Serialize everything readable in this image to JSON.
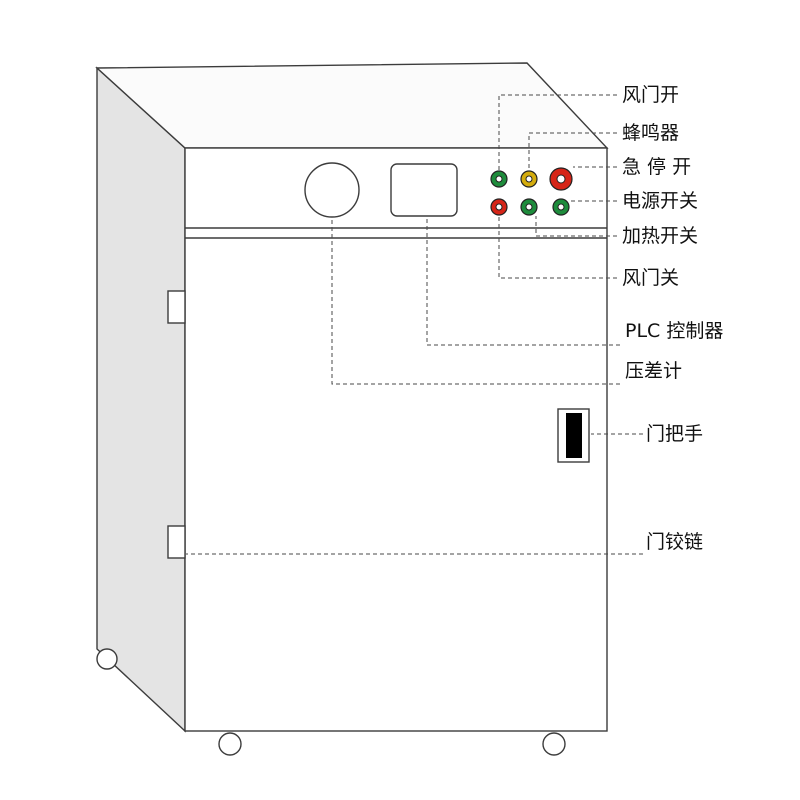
{
  "labels": {
    "damper_open": "风门开",
    "buzzer": "蜂鸣器",
    "emergency_stop": "急 停 开",
    "power_switch": "电源开关",
    "heat_switch": "加热开关",
    "damper_close": "风门关",
    "plc_controller": "PLC 控制器",
    "pressure_gauge": "压差计",
    "door_handle": "门把手",
    "door_hinge": "门铰链"
  },
  "colors": {
    "indicator_green": "#1e8c3c",
    "indicator_yellow": "#d4ac0d",
    "indicator_red": "#d62518",
    "side_panel_fill": "#e4e4e4",
    "top_panel_fill": "#fbfbfb",
    "front_panel_fill": "#ffffff",
    "handle_fill": "#000000"
  }
}
